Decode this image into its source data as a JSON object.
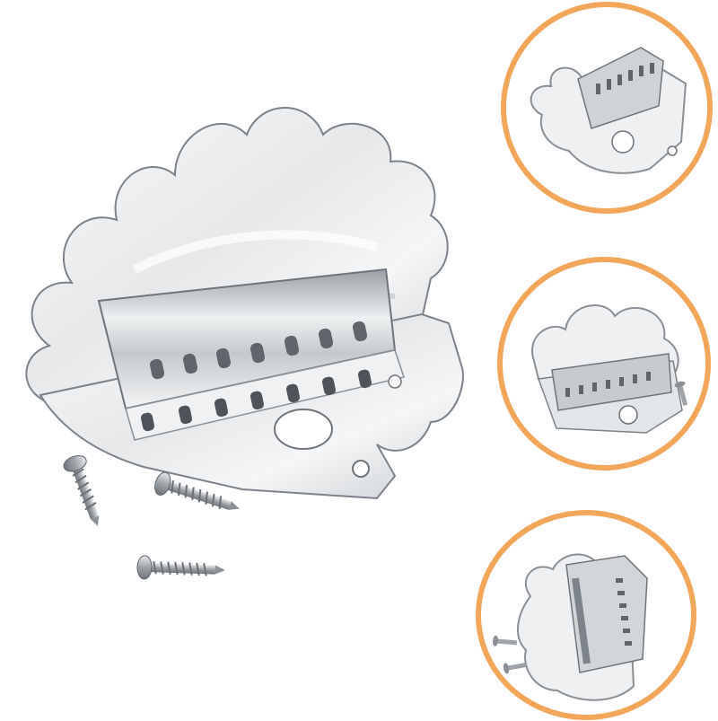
{
  "product": {
    "main_image": {
      "subject": "tailpiece-with-screws",
      "screw_count": 3
    },
    "insets": [
      {
        "id": "inset-top",
        "view": "top-angle"
      },
      {
        "id": "inset-mid",
        "view": "front-with-screw"
      },
      {
        "id": "inset-bot",
        "view": "side-with-screws"
      }
    ]
  },
  "colors": {
    "background": "#ffffff",
    "ring": "#f2a65a",
    "metal_light": "#f4f5f6",
    "metal_mid": "#d9dcdf",
    "metal_dark": "#8e949a",
    "screw": "#b8bcc0"
  }
}
